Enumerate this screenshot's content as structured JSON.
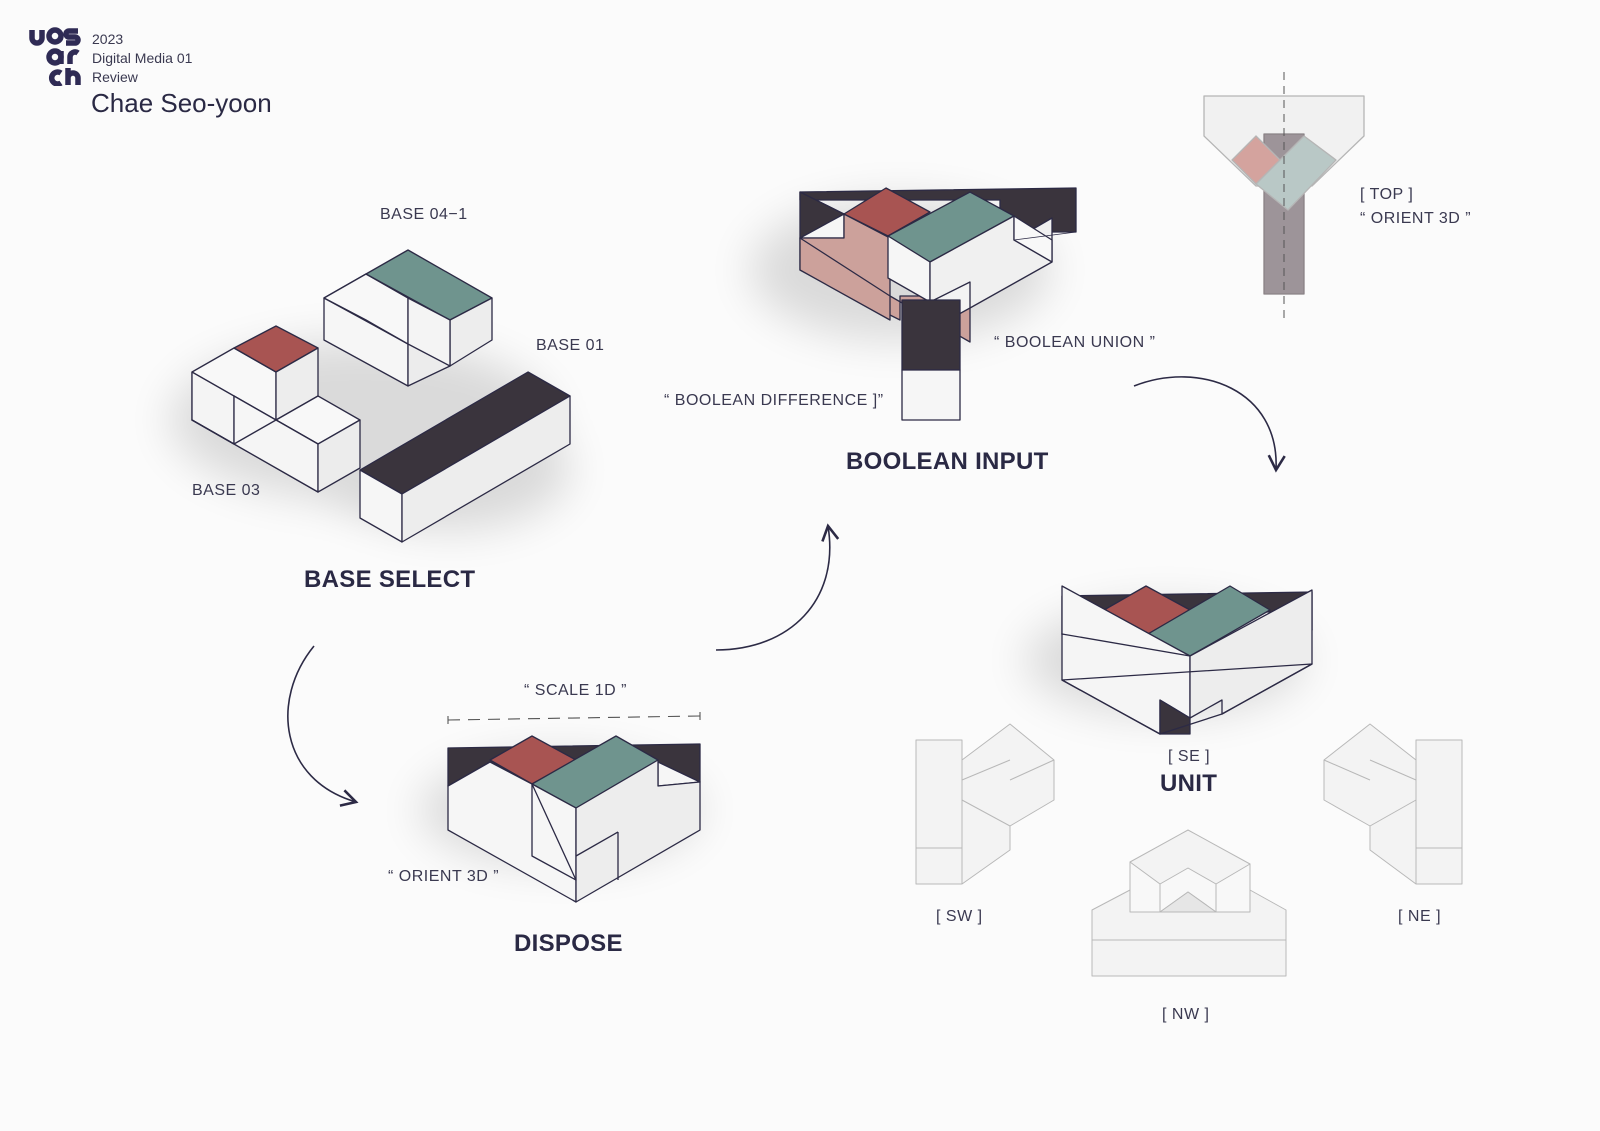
{
  "header": {
    "logo_text": "uos arch",
    "year": "2023",
    "course": "Digital Media 01",
    "review": "Review",
    "author": "Chae Seo-yoon"
  },
  "labels": {
    "base_04_1": "BASE 04−1",
    "base_01": "BASE 01",
    "base_03": "BASE 03",
    "boolean_difference": "“ BOOLEAN DIFFERENCE ]”",
    "boolean_union": "“ BOOLEAN UNION ”",
    "top": "[ TOP ]",
    "orient_3d_top": "“ ORIENT 3D ”",
    "scale_1d": "“ SCALE 1D ”",
    "orient_3d_dispose": "“ ORIENT 3D ”",
    "se": "[ SE ]",
    "sw": "[ SW ]",
    "ne": "[ NE ]",
    "nw": "[ NW ]"
  },
  "titles": {
    "base_select": "BASE SELECT",
    "boolean_input": "BOOLEAN INPUT",
    "dispose": "DISPOSE",
    "unit": "UNIT"
  },
  "colors": {
    "dark": "#3a343d",
    "red": "#a85452",
    "teal": "#6f948e",
    "pink": "#cca19b",
    "white": "#f8f8f8",
    "stroke": "#2c2a45",
    "ghost": "#f3f3f3",
    "ghost_stroke": "#b8b8b8"
  }
}
